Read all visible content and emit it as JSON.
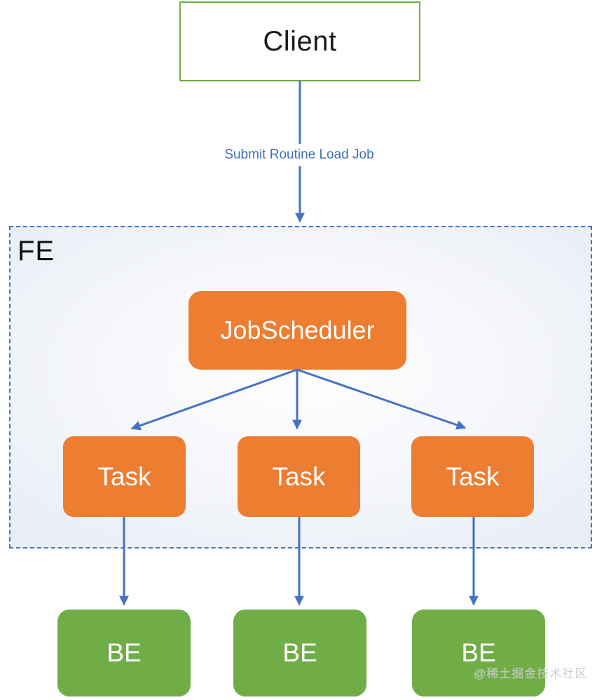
{
  "diagram": {
    "client": {
      "label": "Client"
    },
    "submit_arrow_label": "Submit Routine Load Job",
    "fe": {
      "label": "FE",
      "scheduler": {
        "label": "JobScheduler"
      },
      "tasks": [
        {
          "label": "Task"
        },
        {
          "label": "Task"
        },
        {
          "label": "Task"
        }
      ]
    },
    "backends": [
      {
        "label": "BE"
      },
      {
        "label": "BE"
      },
      {
        "label": "BE"
      }
    ],
    "watermark": "@稀土掘金技术社区",
    "colors": {
      "node_orange": "#ED7D31",
      "node_green": "#70AD47",
      "arrow_blue": "#4472C4",
      "fe_background": "#EEF1F8",
      "client_border_green": "#70AD47"
    }
  }
}
